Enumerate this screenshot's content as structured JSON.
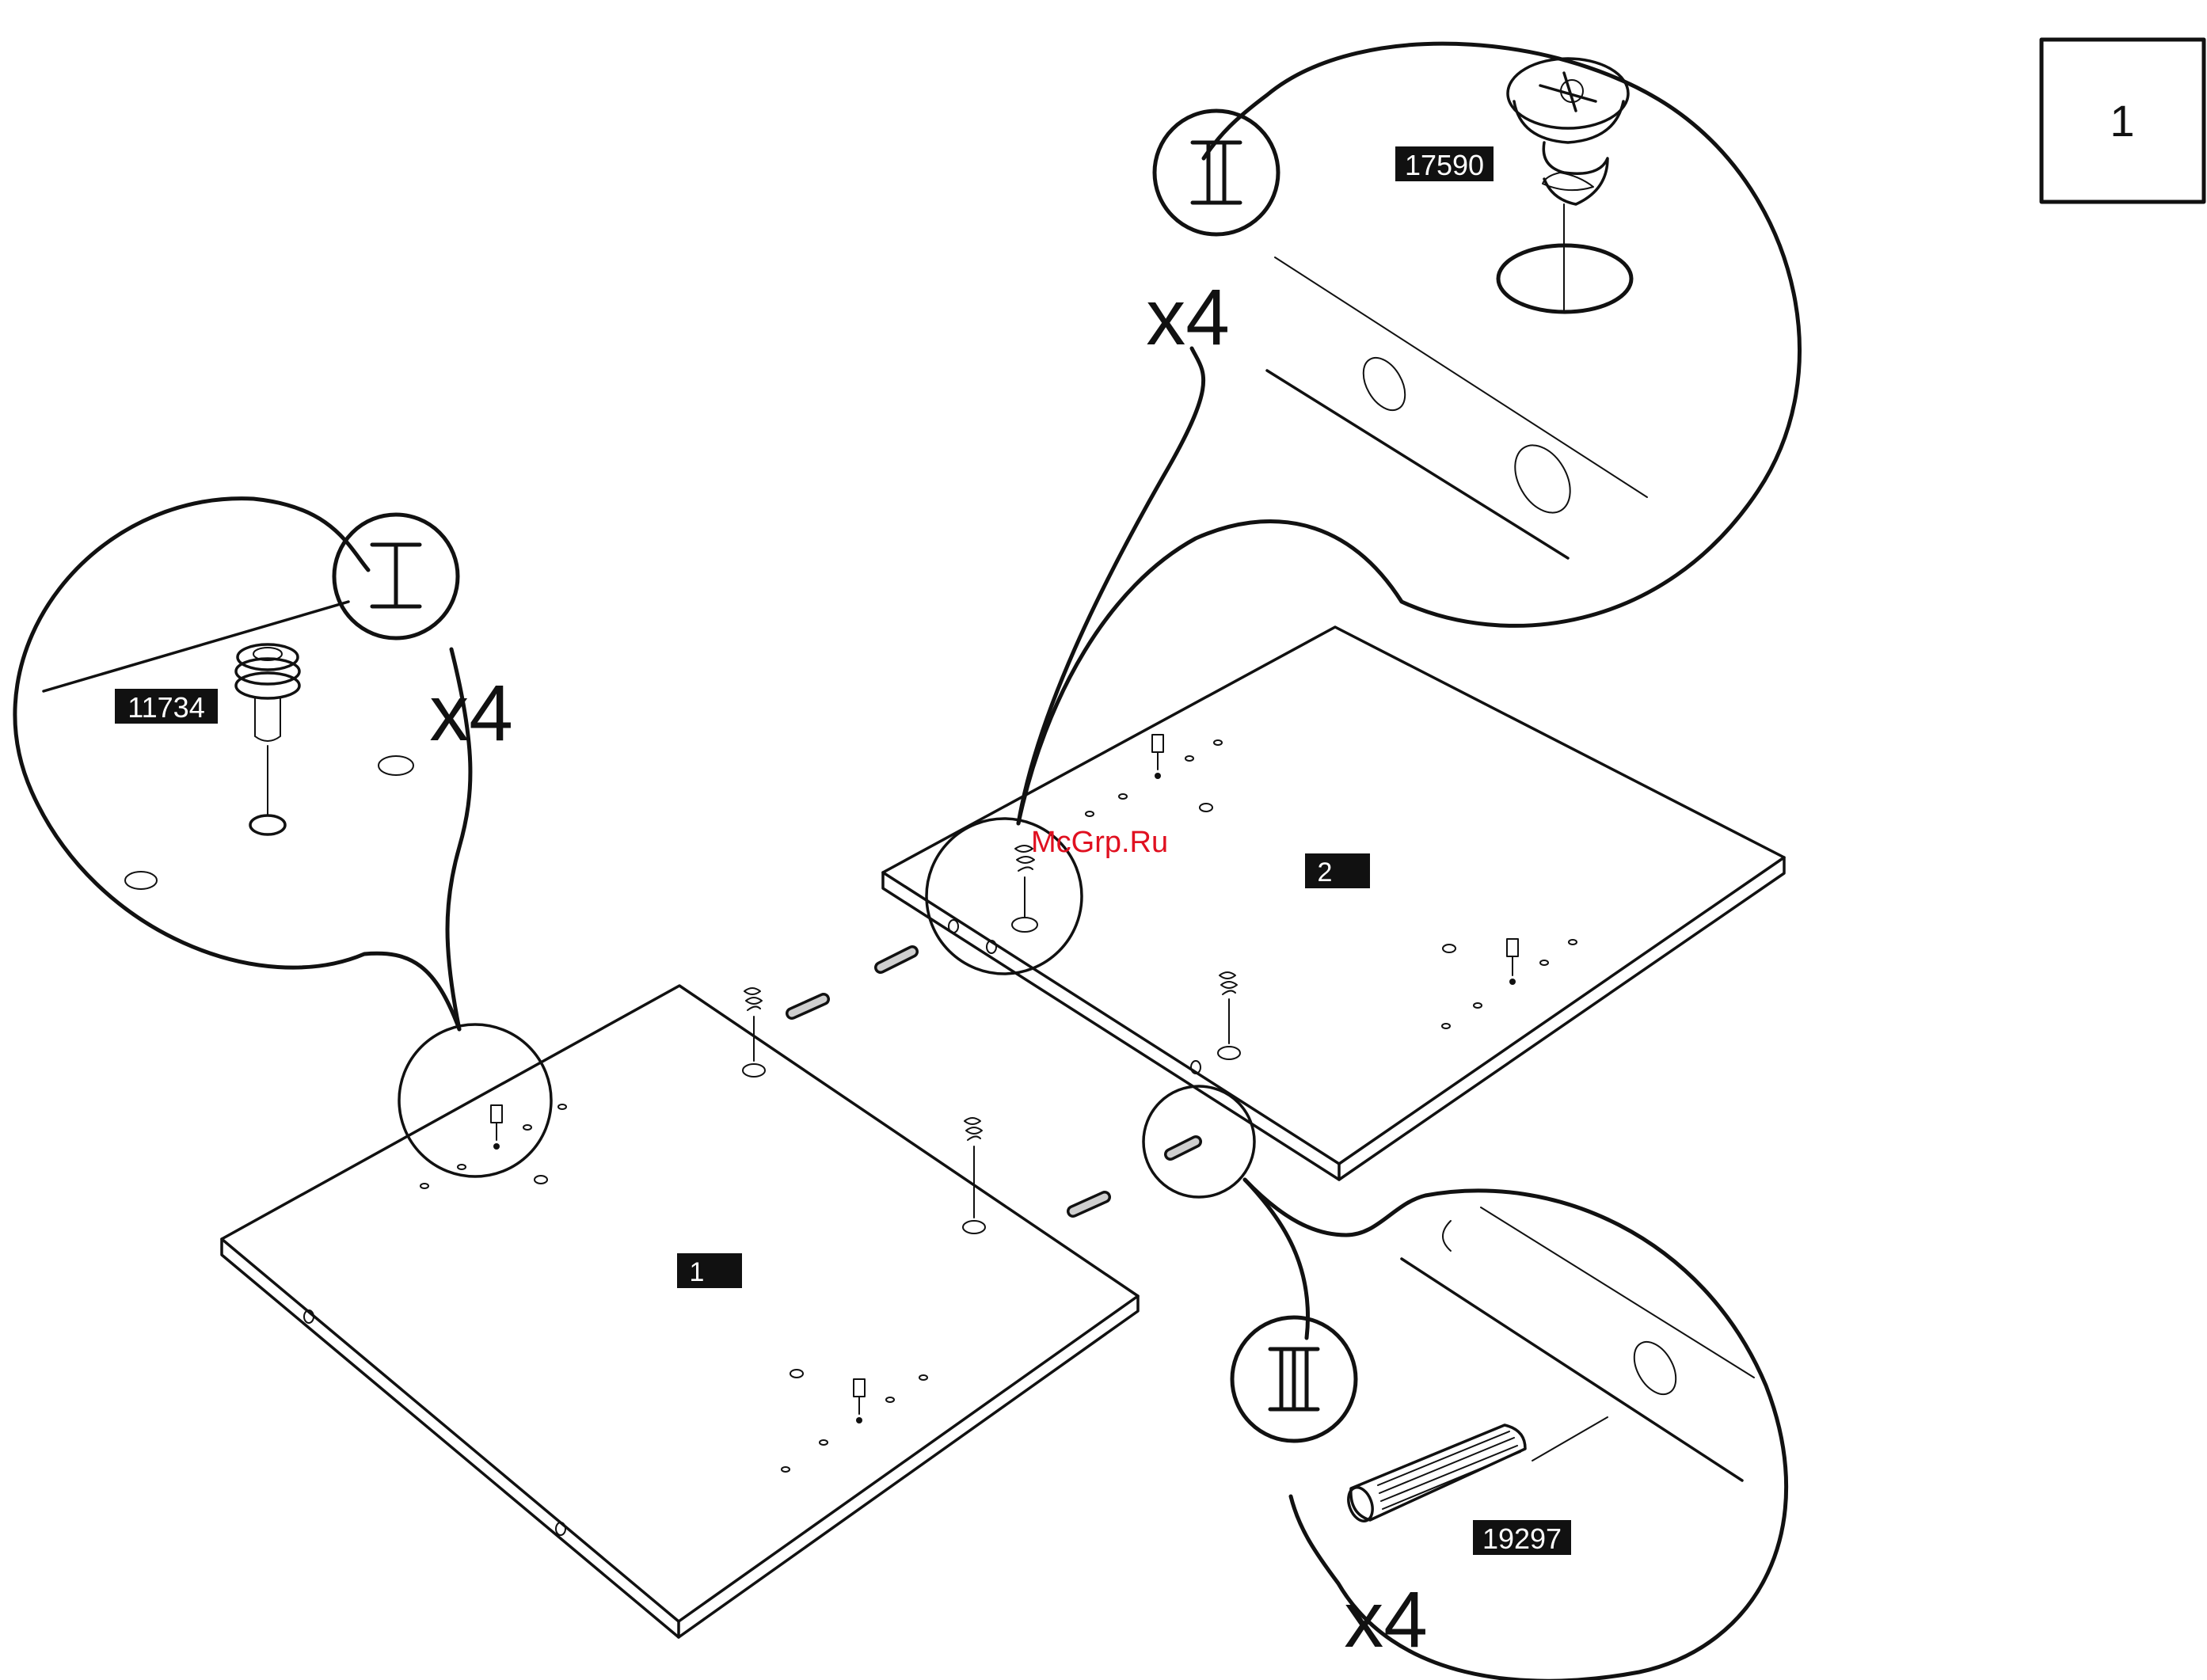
{
  "step_number": "1",
  "watermark": "McGrp.Ru",
  "panels": [
    {
      "label": "1"
    },
    {
      "label": "2"
    }
  ],
  "callouts": [
    {
      "roman": "I",
      "part_code": "11734",
      "quantity": "x4"
    },
    {
      "roman": "II",
      "part_code": "17590",
      "quantity": "x4"
    },
    {
      "roman": "III",
      "part_code": "19297",
      "quantity": "x4"
    }
  ],
  "colors": {
    "ink": "#111111",
    "label_bg": "#111111",
    "label_text": "#ffffff",
    "watermark": "#e01020"
  }
}
